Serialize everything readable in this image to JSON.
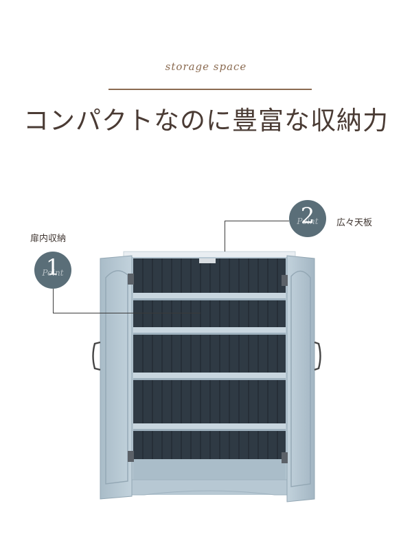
{
  "header": {
    "subtitle_script": "storage space",
    "headline": "コンパクトなのに豊富な収納力"
  },
  "points": [
    {
      "number": "1",
      "word": "Point",
      "label": "扉内収納"
    },
    {
      "number": "2",
      "word": "Point",
      "label": "広々天板"
    }
  ],
  "colors": {
    "accent_brown": "#8a6a50",
    "badge": "#5a6e78",
    "cabinet_blue": "#b7c8d3",
    "cabinet_interior": "#2f3a44"
  }
}
